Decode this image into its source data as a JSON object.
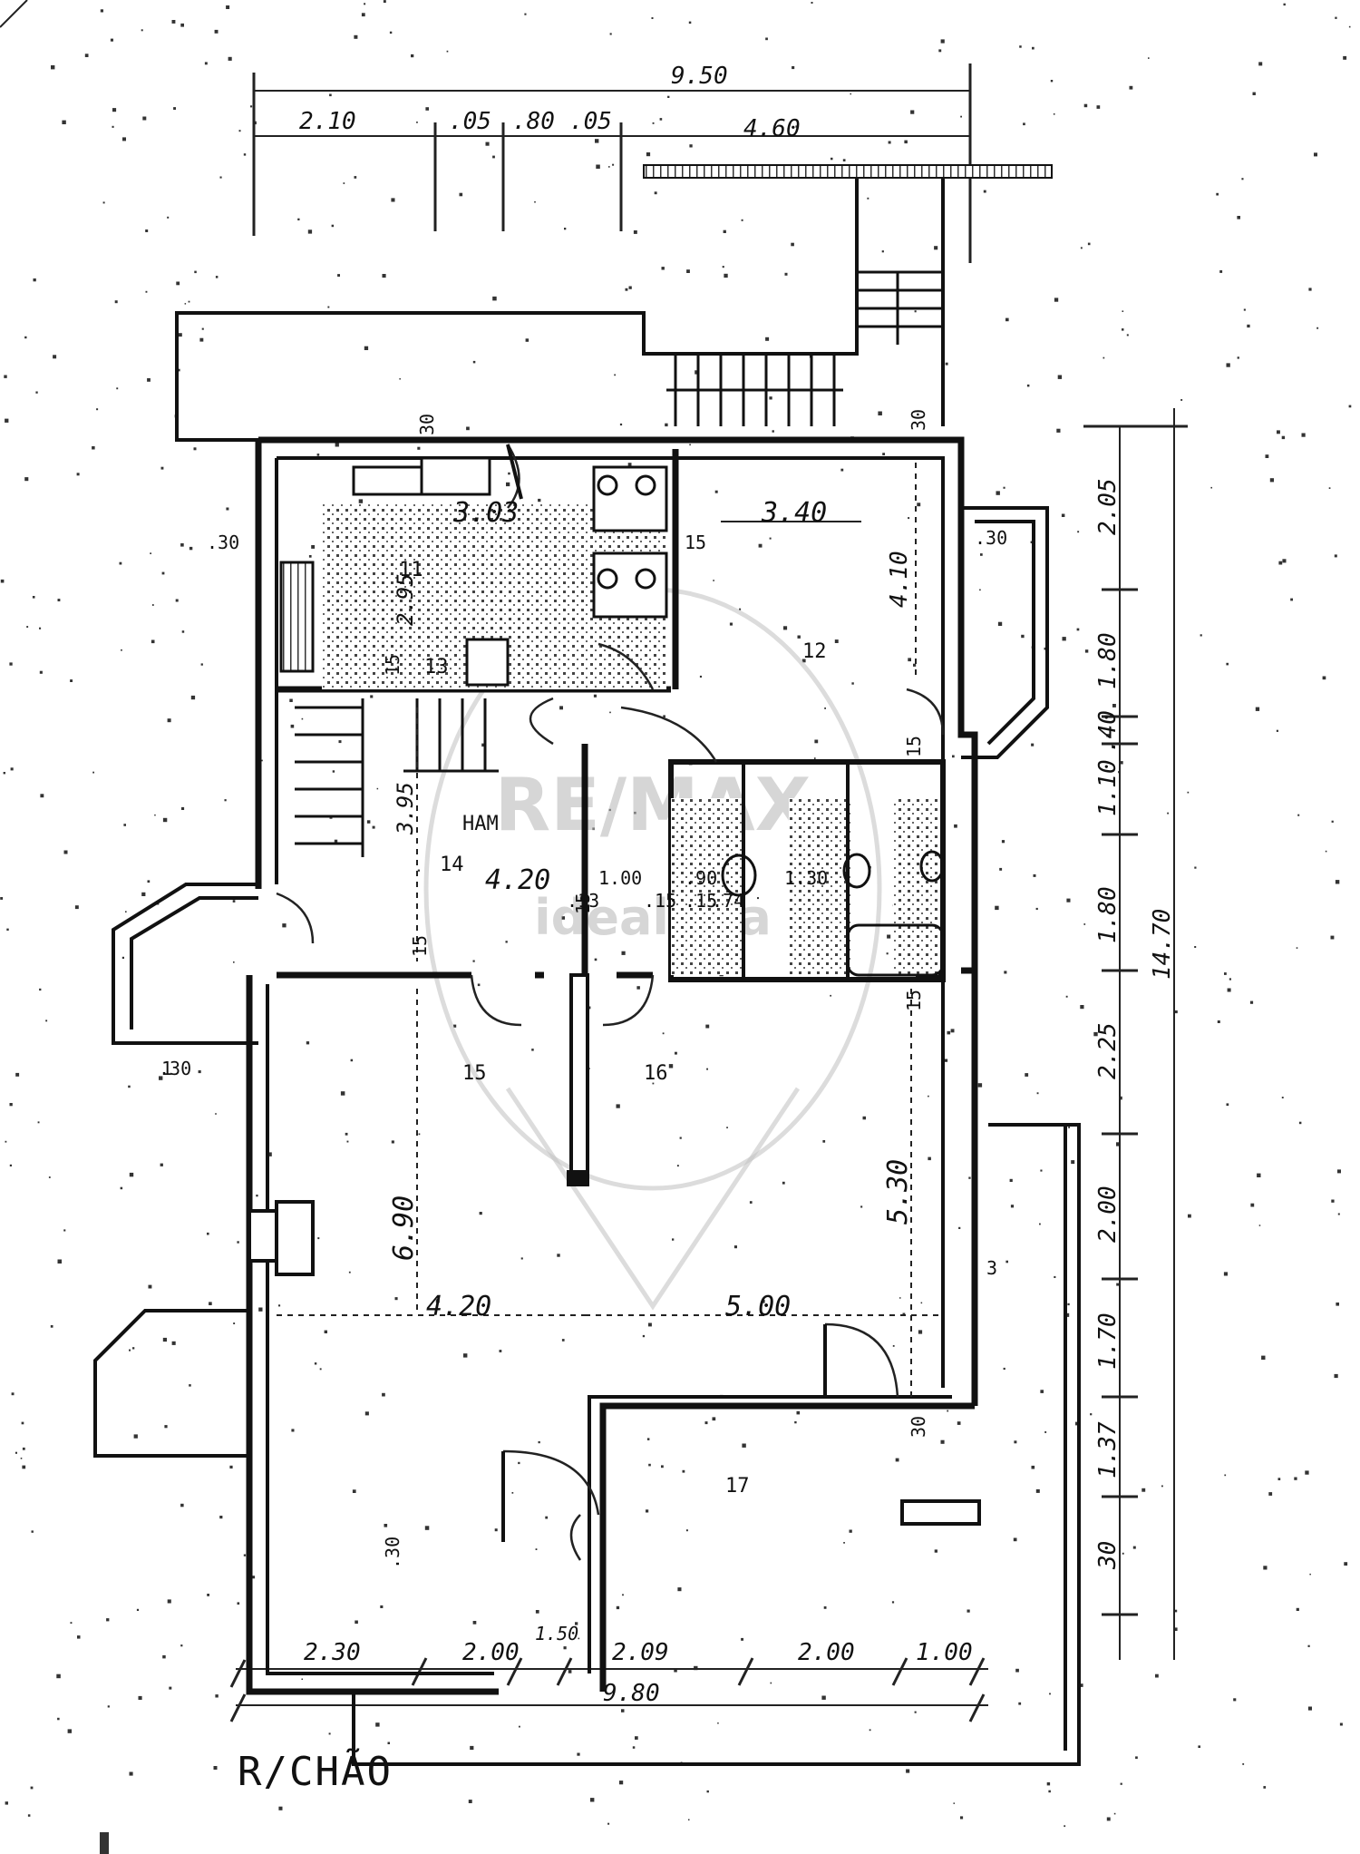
{
  "plan": {
    "floor_label": "R/CHÃO",
    "watermark": "RE/MAX",
    "watermark_sub": "idealista",
    "top_dimensions": {
      "overall": "9.50",
      "segments": [
        "2.10",
        ".05",
        ".80",
        ".05",
        "4.60"
      ]
    },
    "bottom_dimensions": {
      "overall": "9.80",
      "segments": [
        "2.30",
        "2.00",
        "1.50",
        "2.09",
        "2.00",
        "1.00"
      ]
    },
    "right_dimensions": {
      "overall": "14.70",
      "segments": [
        "2.05",
        "1.80",
        ".40",
        "1.10",
        "1.80",
        "2.25",
        "2.00",
        "1.70",
        "1.37",
        "30"
      ]
    },
    "wall_thickness_labels": [
      ".30",
      ".30",
      "30",
      ".30",
      ".30",
      "15",
      "15",
      "15",
      "15",
      "15",
      "15",
      "30",
      "30"
    ],
    "rooms": [
      {
        "number": "11",
        "dims": [
          "3.03",
          "2.95"
        ]
      },
      {
        "number": "12",
        "dims": [
          "3.40",
          "4.10"
        ]
      },
      {
        "number": "13",
        "dims": []
      },
      {
        "number": "14",
        "dims": [
          "4.20",
          "3.95"
        ],
        "note": "HAM"
      },
      {
        "number": "15",
        "dims": [
          "4.20",
          "6.90"
        ]
      },
      {
        "number": "16",
        "dims": [
          "5.00",
          "5.30"
        ]
      },
      {
        "number": "17",
        "dims": []
      }
    ],
    "small_dims": [
      "1.00",
      ".90",
      "1.30",
      ".15",
      ".15",
      ".13",
      ".74"
    ],
    "misc_marks": [
      "1",
      "3"
    ]
  }
}
